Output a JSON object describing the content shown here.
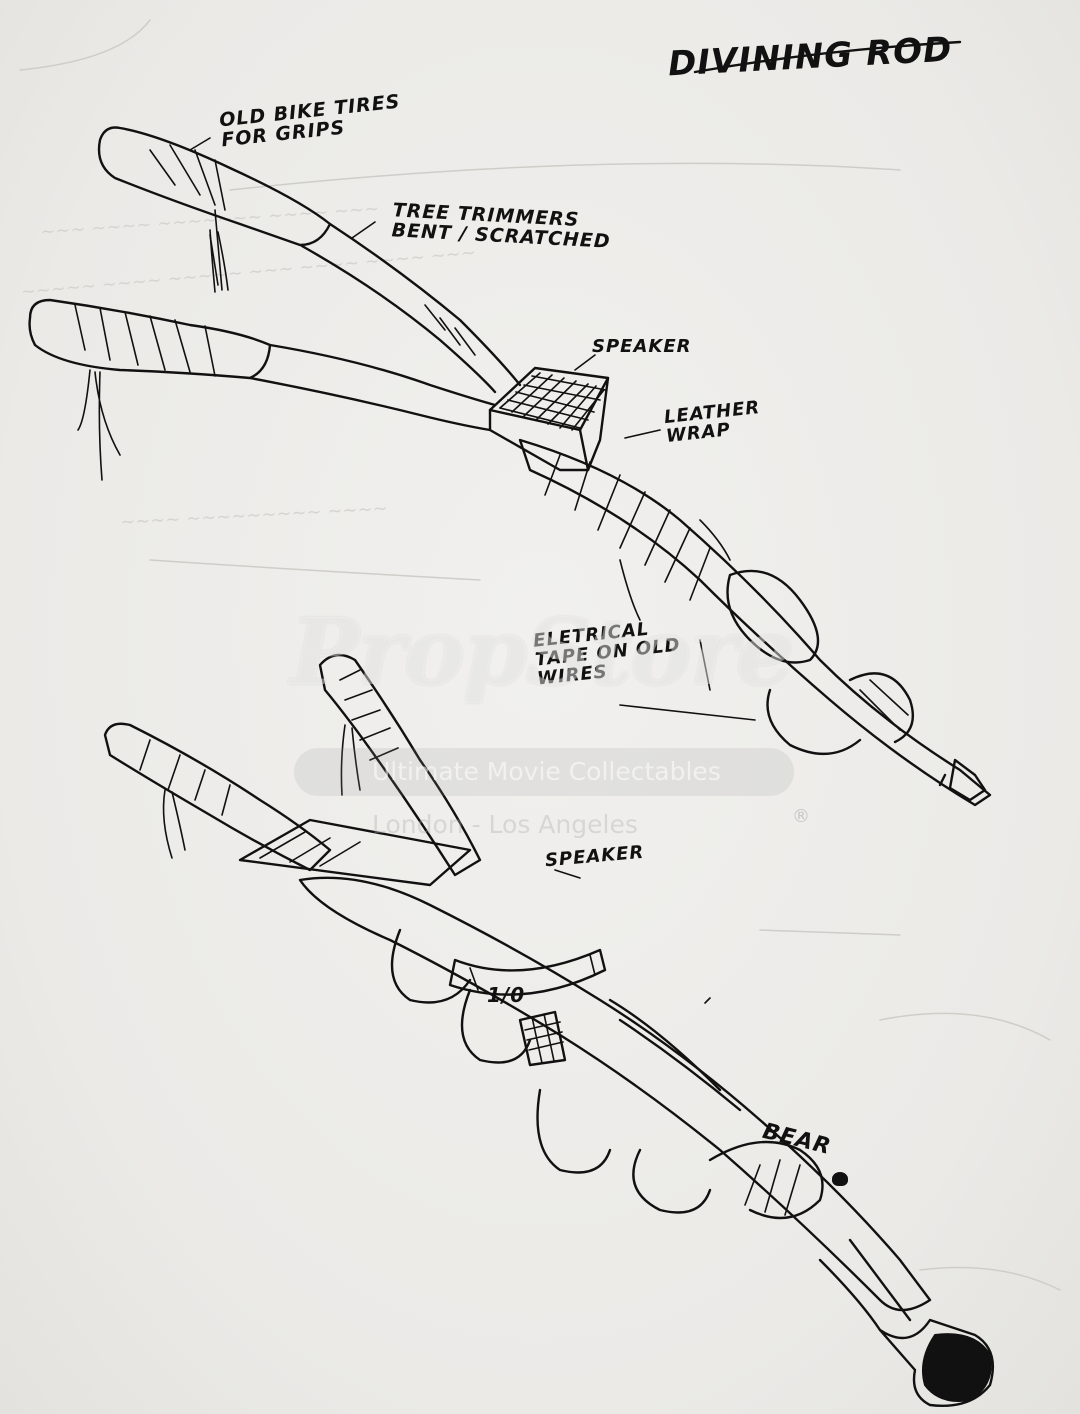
{
  "sheet": {
    "title": "DIVINING ROD",
    "labels": {
      "grips": "OLD BIKE TIRES\nFOR GRIPS",
      "trimmers": "TREE TRIMMERS\nBENT / SCRATCHED",
      "speaker_top": "SPEAKER",
      "leather": "LEATHER\nWRAP",
      "electrical": "ELETRICAL\nTAPE ON OLD\nWIRES",
      "speaker_bottom": "SPEAKER",
      "number_mark": "1/0",
      "signature": "BEAR"
    }
  },
  "watermark": {
    "logo_text": "PropStore",
    "tagline": "Ultimate Movie Collectables",
    "cities": "London - Los Angeles",
    "registered": "®"
  },
  "colors": {
    "paper": "#eeedeb",
    "ink": "#111111"
  }
}
